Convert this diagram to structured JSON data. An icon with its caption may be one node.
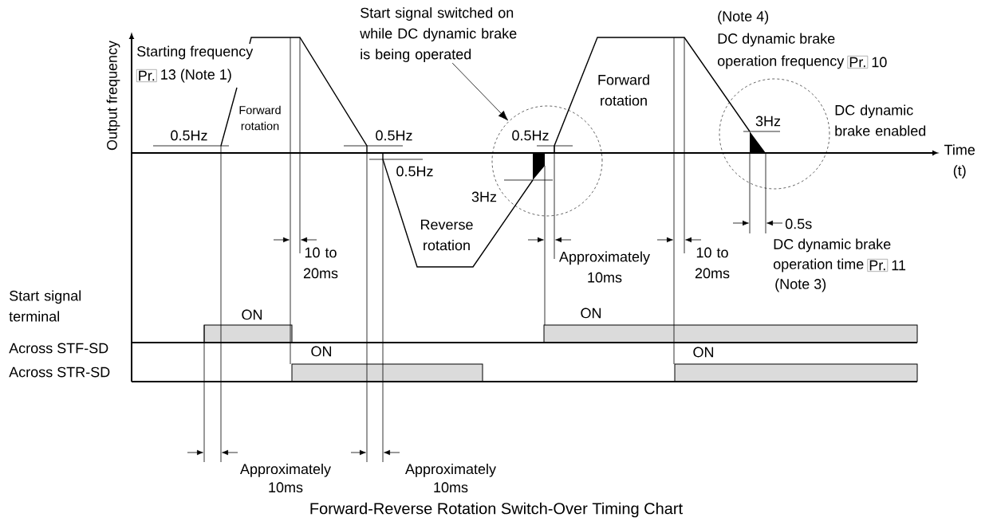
{
  "diagram": {
    "caption": "Forward-Reverse Rotation Switch-Over Timing Chart",
    "nodes": [
      {
        "text": [
          "Start signal switched on while DC dynamic brake is being operated"
        ]
      },
      {
        "text": [],
        "shape": "circle"
      },
      {
        "text": [],
        "shape": "circle"
      }
    ],
    "edges": [
      {
        "from": 0,
        "to": 1,
        "arrow": "to"
      }
    ],
    "labels": [
      "Output frequency",
      "Starting frequency",
      "Pr.",
      "13 (Note 1)",
      "Forward rotation",
      "0.5Hz",
      "0.5Hz",
      "0.5Hz",
      "0.5Hz",
      "3Hz",
      "Reverse rotation",
      "Forward rotation",
      "(Note 4)",
      "DC dynamic brake",
      "operation frequency",
      "Pr.",
      "10",
      "3Hz",
      "DC dynamic brake enabled",
      "Time (t)",
      "10 to 20ms",
      "Approximately 10ms",
      "10 to 20ms",
      "0.5s",
      "DC dynamic brake",
      "operation time",
      "Pr.",
      "11",
      "(Note 3)",
      "Start signal terminal",
      "ON",
      "ON",
      "Across STF-SD",
      "ON",
      "ON",
      "Across STR-SD",
      "Approximately 10ms",
      "Approximately 10ms"
    ]
  }
}
